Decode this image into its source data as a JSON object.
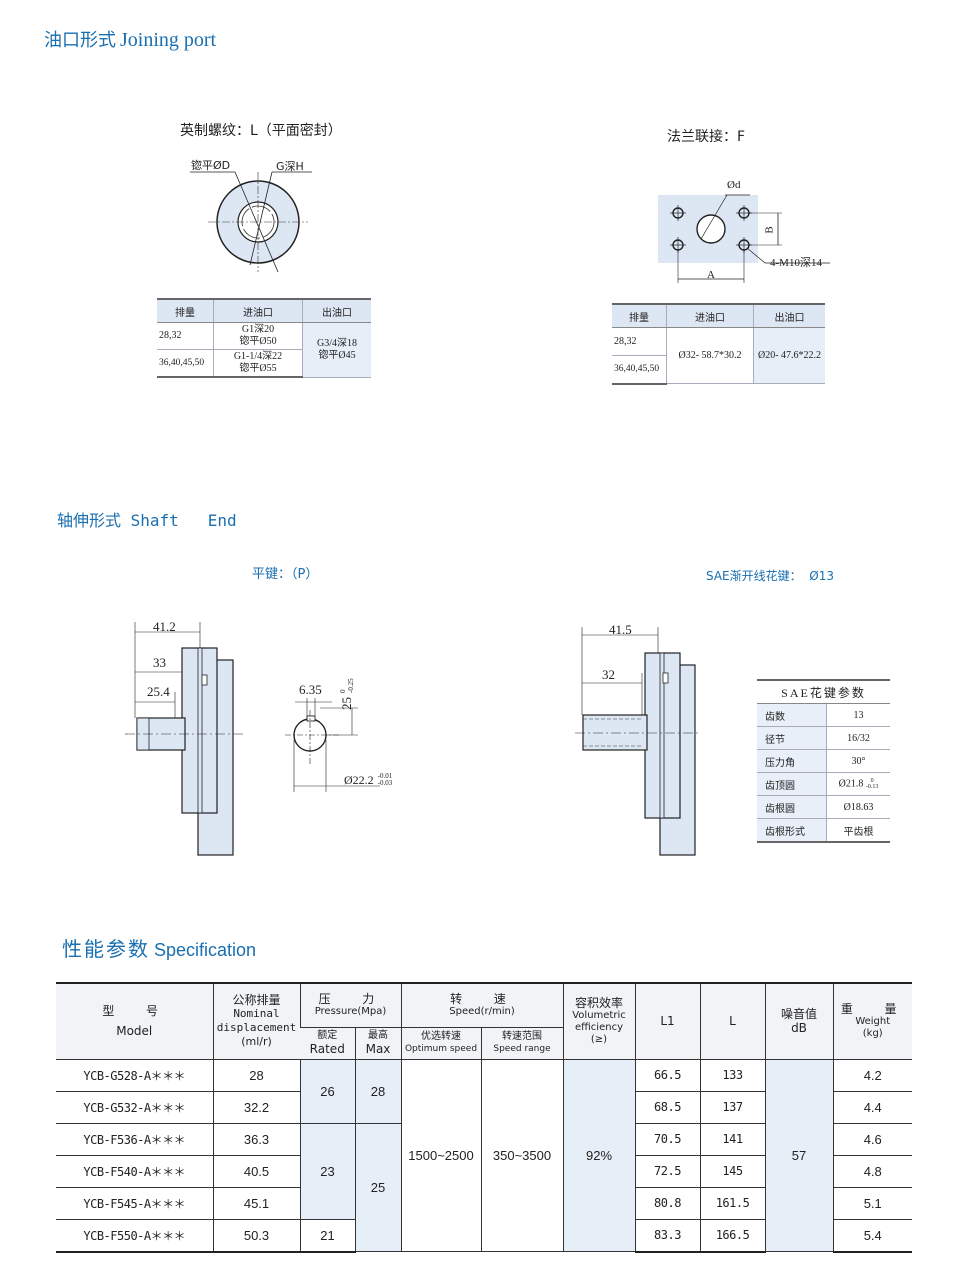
{
  "section1": {
    "title_cn": "油口形式",
    "title_en": "Joining port",
    "thread": {
      "title": "英制螺纹：L（平面密封）",
      "label_d": "锪平ØD",
      "label_g": "G深H",
      "headers": [
        "排量",
        "进油口",
        "出油口"
      ],
      "rows": [
        {
          "disp": "28,32",
          "inlet_1": "G1深20",
          "inlet_2": "锪平Ø50"
        },
        {
          "disp": "36,40,45,50",
          "inlet_1": "G1-1/4深22",
          "inlet_2": "锪平Ø55"
        }
      ],
      "outlet_1": "G3/4深18",
      "outlet_2": "锪平Ø45"
    },
    "flange": {
      "title": "法兰联接：F",
      "label_d": "Ød",
      "label_b": "B",
      "label_a": "A",
      "label_m": "4-M10深14",
      "headers": [
        "排量",
        "进油口",
        "出油口"
      ],
      "disp_1": "28,32",
      "disp_2": "36,40,45,50",
      "inlet": "Ø32- 58.7*30.2",
      "outlet": "Ø20- 47.6*22.2"
    }
  },
  "section2": {
    "title": "轴伸形式 Shaft   End",
    "flat": {
      "title": "平键：（P）",
      "dim_412": "41.2",
      "dim_33": "33",
      "dim_254": "25.4",
      "dim_635": "6.35",
      "dim_25": "25",
      "tol_25_up": "0",
      "tol_25_dn": "-0.25",
      "dim_222": "Ø22.2",
      "tol_222_up": "-0.01",
      "tol_222_dn": "-0.03"
    },
    "spline": {
      "title": "SAE渐开线花键：  Ø13",
      "dim_415": "41.5",
      "dim_32": "32",
      "table_title": "SAE花键参数",
      "rows": [
        {
          "k": "齿数",
          "v": "13"
        },
        {
          "k": "径节",
          "v": "16/32"
        },
        {
          "k": "压力角",
          "v": "30°"
        },
        {
          "k": "齿顶圆",
          "v": "Ø21.8"
        },
        {
          "k": "齿根圆",
          "v": "Ø18.63"
        },
        {
          "k": "齿根形式",
          "v": "平齿根"
        }
      ],
      "tip_tol_up": "0",
      "tip_tol_dn": "-0.13"
    }
  },
  "section3": {
    "title_cn": "性能参数",
    "title_en": "Specification",
    "headers": {
      "model_cn": "型  号",
      "model_en": "Model",
      "disp_cn": "公称排量",
      "disp_en1": "Nominal",
      "disp_en2": "displacement",
      "disp_unit": "(ml/r)",
      "pressure_cn": "压  力",
      "pressure_en": "Pressure(Mpa)",
      "rated_cn": "额定",
      "rated_en": "Rated",
      "max_cn": "最高",
      "max_en": "Max",
      "speed_cn": "转  速",
      "speed_en": "Speed(r/min)",
      "opt_cn": "优选转速",
      "opt_en": "Optimum speed",
      "range_cn": "转速范围",
      "range_en": "Speed range",
      "eff_cn": "容积效率",
      "eff_en1": "Volumetric",
      "eff_en2": "efficiency",
      "eff_unit": "(≥)",
      "l1": "L1",
      "l": "L",
      "noise_cn": "噪音值",
      "noise_unit": "dB",
      "weight_cn": "重  量",
      "weight_en": "Weight",
      "weight_unit": "(kg)"
    },
    "rows": [
      {
        "model": "YCB-G528-A＊＊＊",
        "disp": "28",
        "l1": "66.5",
        "l": "133",
        "weight": "4.2"
      },
      {
        "model": "YCB-G532-A＊＊＊",
        "disp": "32.2",
        "l1": "68.5",
        "l": "137",
        "weight": "4.4"
      },
      {
        "model": "YCB-F536-A＊＊＊",
        "disp": "36.3",
        "l1": "70.5",
        "l": "141",
        "weight": "4.6"
      },
      {
        "model": "YCB-F540-A＊＊＊",
        "disp": "40.5",
        "l1": "72.5",
        "l": "145",
        "weight": "4.8"
      },
      {
        "model": "YCB-F545-A＊＊＊",
        "disp": "45.1",
        "l1": "80.8",
        "l": "161.5",
        "weight": "5.1"
      },
      {
        "model": "YCB-F550-A＊＊＊",
        "disp": "50.3",
        "l1": "83.3",
        "l": "166.5",
        "weight": "5.4"
      }
    ],
    "rated_a": "26",
    "max_a": "28",
    "rated_b": "23",
    "max_b": "25",
    "rated_c": "21",
    "opt_speed": "1500~2500",
    "speed_range": "350~3500",
    "efficiency": "92%",
    "noise": "57"
  }
}
